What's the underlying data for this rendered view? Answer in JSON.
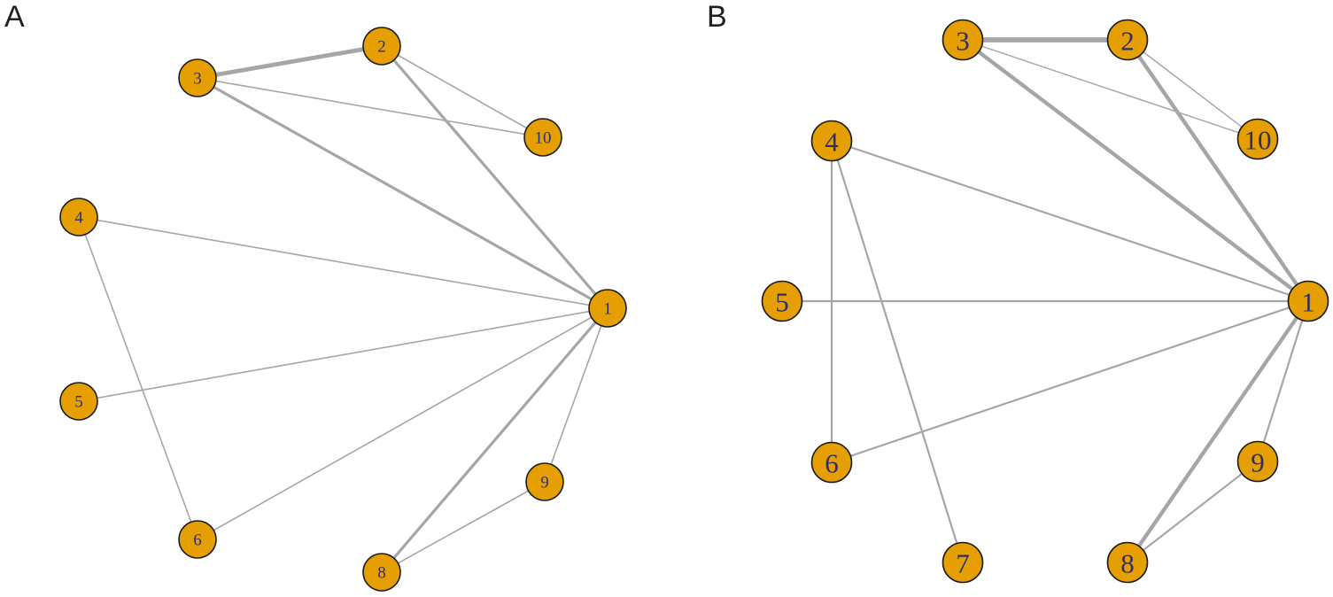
{
  "panels": [
    {
      "label": "A",
      "nodes": [
        "1",
        "2",
        "3",
        "4",
        "5",
        "6",
        "8",
        "9",
        "10"
      ],
      "edges": [
        {
          "from": "3",
          "to": "2",
          "weight": 3
        },
        {
          "from": "3",
          "to": "1",
          "weight": 2
        },
        {
          "from": "2",
          "to": "1",
          "weight": 2
        },
        {
          "from": "2",
          "to": "10",
          "weight": 1
        },
        {
          "from": "3",
          "to": "10",
          "weight": 1
        },
        {
          "from": "4",
          "to": "1",
          "weight": 1
        },
        {
          "from": "4",
          "to": "6",
          "weight": 1
        },
        {
          "from": "5",
          "to": "1",
          "weight": 1
        },
        {
          "from": "6",
          "to": "1",
          "weight": 1
        },
        {
          "from": "8",
          "to": "1",
          "weight": 2
        },
        {
          "from": "9",
          "to": "1",
          "weight": 1
        },
        {
          "from": "8",
          "to": "9",
          "weight": 1
        }
      ]
    },
    {
      "label": "B",
      "nodes": [
        "1",
        "2",
        "3",
        "4",
        "5",
        "6",
        "7",
        "8",
        "9",
        "10"
      ],
      "edges": [
        {
          "from": "3",
          "to": "2",
          "weight": 4
        },
        {
          "from": "3",
          "to": "1",
          "weight": 3
        },
        {
          "from": "2",
          "to": "1",
          "weight": 3
        },
        {
          "from": "2",
          "to": "10",
          "weight": 1
        },
        {
          "from": "3",
          "to": "10",
          "weight": 1
        },
        {
          "from": "4",
          "to": "1",
          "weight": 1.5
        },
        {
          "from": "4",
          "to": "6",
          "weight": 1.5
        },
        {
          "from": "4",
          "to": "7",
          "weight": 1.5
        },
        {
          "from": "5",
          "to": "1",
          "weight": 1.5
        },
        {
          "from": "6",
          "to": "1",
          "weight": 1.5
        },
        {
          "from": "8",
          "to": "1",
          "weight": 3
        },
        {
          "from": "9",
          "to": "1",
          "weight": 1.5
        },
        {
          "from": "8",
          "to": "9",
          "weight": 1.5
        }
      ]
    }
  ],
  "colors": {
    "node_fill": "#e69f00",
    "node_stroke": "#1a1a1a",
    "edge": "#a6a6a6",
    "node_text": "#2e2e6e"
  }
}
